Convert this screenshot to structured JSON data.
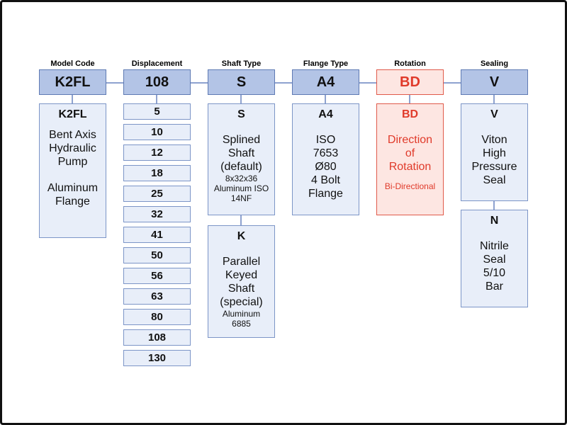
{
  "columns": {
    "model_code": {
      "header": "Model Code",
      "code": "K2FL",
      "detail": {
        "code": "K2FL",
        "lines": [
          "Bent Axis",
          "Hydraulic",
          "Pump"
        ],
        "lines2": [
          "Aluminum",
          "Flange"
        ]
      }
    },
    "displacement": {
      "header": "Displacement",
      "code": "108",
      "options": [
        "5",
        "10",
        "12",
        "18",
        "25",
        "32",
        "41",
        "50",
        "56",
        "63",
        "80",
        "108",
        "130"
      ]
    },
    "shaft_type": {
      "header": "Shaft Type",
      "code": "S",
      "option_s": {
        "code": "S",
        "lines": [
          "Splined",
          "Shaft",
          "(default)"
        ],
        "small": [
          "8x32x36",
          "Aluminum ISO",
          "14NF"
        ]
      },
      "option_k": {
        "code": "K",
        "lines": [
          "Parallel",
          "Keyed",
          "Shaft",
          "(special)"
        ],
        "small": [
          "Aluminum",
          "6885"
        ]
      }
    },
    "flange_type": {
      "header": "Flange Type",
      "code": "A4",
      "detail": {
        "code": "A4",
        "lines": [
          "ISO",
          "7653",
          "Ø80",
          "4 Bolt",
          "Flange"
        ]
      }
    },
    "rotation": {
      "header": "Rotation",
      "code": "BD",
      "detail": {
        "code": "BD",
        "lines": [
          "Direction",
          "of",
          "Rotation"
        ],
        "small": [
          "Bi-Directional"
        ]
      }
    },
    "sealing": {
      "header": "Sealing",
      "code": "V",
      "option_v": {
        "code": "V",
        "lines": [
          "Viton",
          "High",
          "Pressure",
          "Seal"
        ]
      },
      "option_n": {
        "code": "N",
        "lines": [
          "Nitrile",
          "Seal",
          "5/10",
          "Bar"
        ]
      }
    }
  },
  "colors": {
    "code_fill": "#b3c4e6",
    "box_fill": "#e8eef9",
    "border": "#7c95c7",
    "accent_red": "#e03a2a",
    "red_fill": "#fde6e2"
  }
}
